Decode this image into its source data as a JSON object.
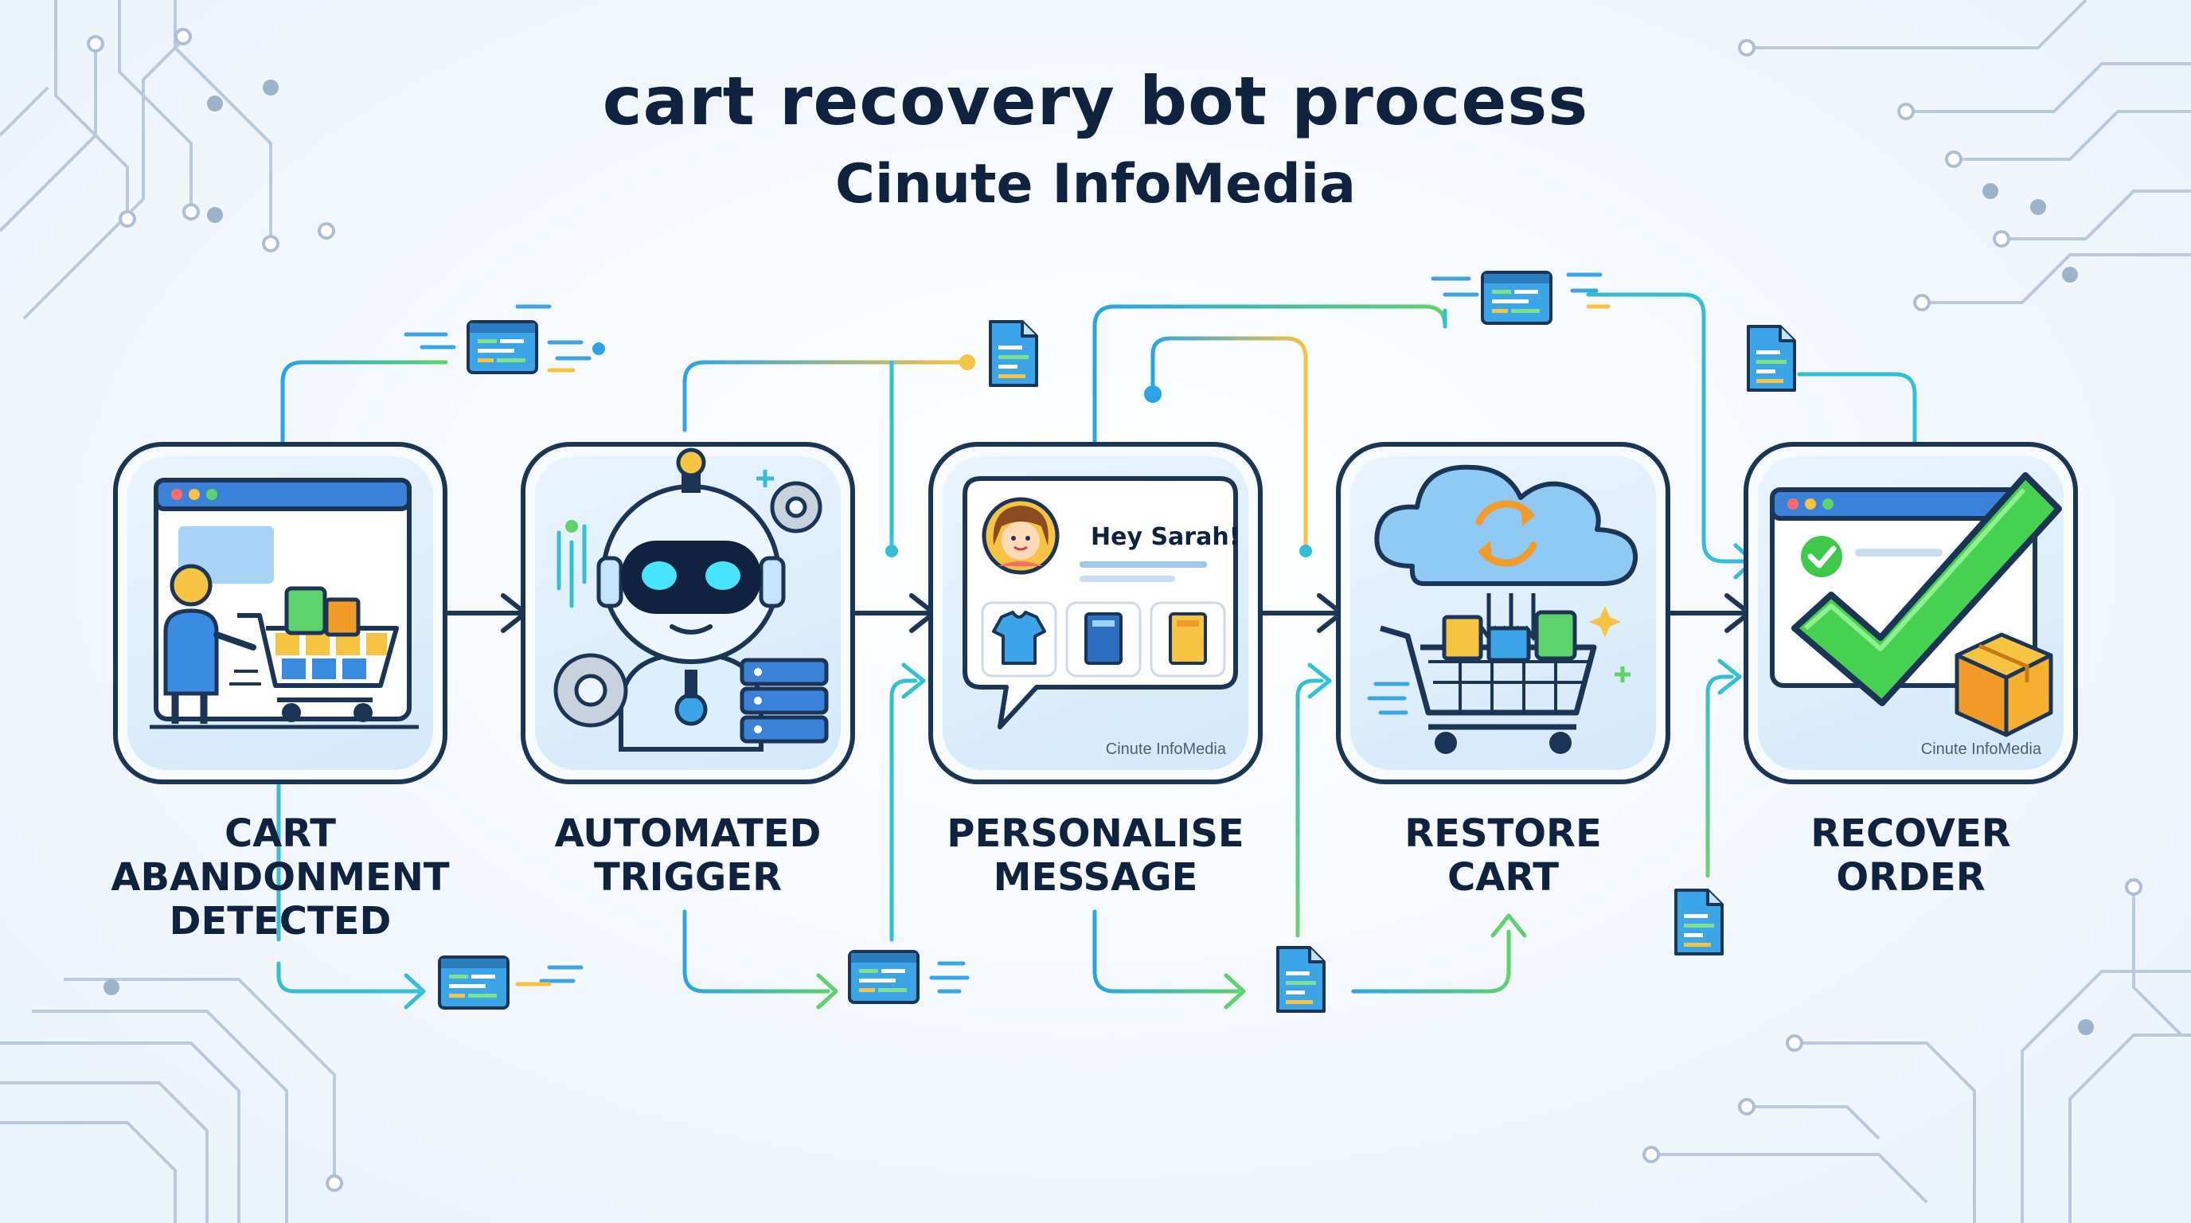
{
  "title": "cart recovery bot process",
  "subtitle": "Cinute InfoMedia",
  "steps": [
    {
      "line1": "CART",
      "line2": "ABANDONMENT",
      "line3": "DETECTED",
      "icon": "shopping-cart-icon"
    },
    {
      "line1": "AUTOMATED",
      "line2": "TRIGGER",
      "icon": "robot-icon"
    },
    {
      "line1": "PERSONALISE",
      "line2": "MESSAGE",
      "icon": "chat-message-icon",
      "greeting": "Hey Sarah!",
      "watermark": "Cinute InfoMedia"
    },
    {
      "line1": "RESTORE",
      "line2": "CART",
      "icon": "cloud-sync-icon"
    },
    {
      "line1": "RECOVER",
      "line2": "ORDER",
      "icon": "checkmark-icon",
      "watermark": "Cinute InfoMedia"
    }
  ],
  "colors": {
    "navy": "#0f2340",
    "blue": "#2f8ee0",
    "teal": "#33bfd6",
    "green": "#3ec94a",
    "yellow": "#f6c343",
    "orange": "#f29b28"
  }
}
